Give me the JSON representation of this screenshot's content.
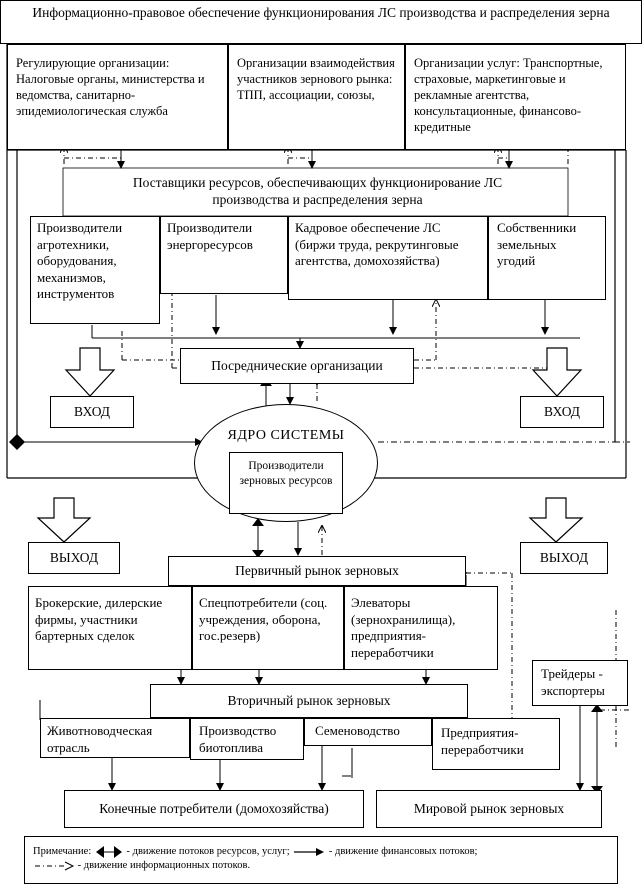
{
  "title": "Информационно-правовое обеспечение функционирования ЛС производства и распределения зерна",
  "regulators": "Регулирующие организации: Налоговые органы, министерства и ведомства, санитарно-эпидемиологическая служба",
  "interaction_orgs": "Организации взаимодействия участников зернового рынка: ТПП, ассоциации, союзы,",
  "service_orgs": "Организации услуг: Транспортные, страховые, маркетинговые и рекламные агентства, консультационные, финансово-кредитные",
  "suppliers_title": "Поставщики ресурсов, обеспечивающих функционирование ЛС производства и распределения зерна",
  "supplier_1": "Производители агротехники, оборудования, механизмов, инструментов",
  "supplier_2": "Производители энергоресурсов",
  "supplier_3": "Кадровое обеспечение ЛС (биржи труда, рекрутинговые агентства, домохозяйства)",
  "supplier_4": "Собственники земельных угодий",
  "intermediaries": "Посреднические организации",
  "input_left": "ВХОД",
  "input_right": "ВХОД",
  "core_title": "ЯДРО СИСТЕМЫ",
  "core_inner": "Производители зерновых ресурсов",
  "output_left": "ВЫХОД",
  "output_right": "ВЫХОД",
  "primary_market": "Первичный рынок зерновых",
  "primary_1": "Брокерские, дилерские фирмы, участники бартерных сделок",
  "primary_2": "Спецпотребители (соц. учреждения, оборона, гос.резерв)",
  "primary_3": "Элеваторы (зернохранилища), предприятия-переработчики",
  "traders": "Трейдеры - экспортеры",
  "secondary_market": "Вторичный рынок зерновых",
  "secondary_1": "Животноводческая отрасль",
  "secondary_2": "Производство биотоплива",
  "secondary_3": "Семеноводство",
  "secondary_4": "Предприятия-переработчики",
  "final_consumers": "Конечные потребители (домохозяйства)",
  "world_market": "Мировой рынок зерновых",
  "note": {
    "prefix": "Примечание:",
    "resources": "- движение потоков ресурсов, услуг;",
    "finance": "- движение финансовых потоков;",
    "info": "- движение информационных потоков."
  }
}
